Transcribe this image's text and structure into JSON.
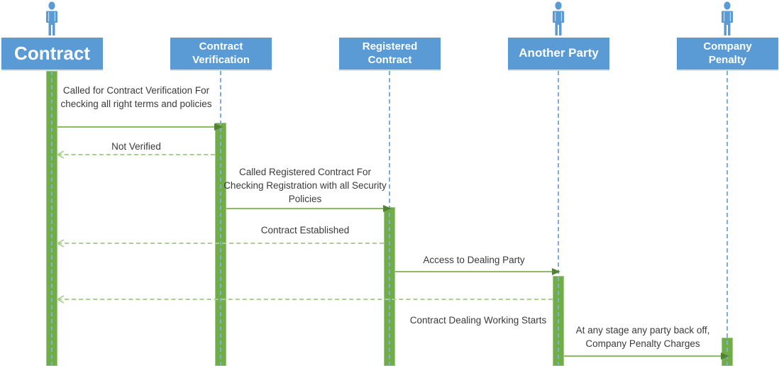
{
  "diagram_type": "uml-sequence-diagram",
  "actors": [
    {
      "name": "Contract",
      "person_icon": true
    },
    {
      "name": "Contract Verification",
      "person_icon": false
    },
    {
      "name": "Registered Contract",
      "person_icon": false
    },
    {
      "name": "Another Party",
      "person_icon": true
    },
    {
      "name": "Company Penalty",
      "person_icon": true
    }
  ],
  "messages": [
    {
      "from": "Contract",
      "to": "Contract Verification",
      "type": "solid",
      "label": "Called for Contract Verification For checking all right terms and policies"
    },
    {
      "from": "Contract Verification",
      "to": "Contract",
      "type": "dashed-return",
      "label": "Not Verified"
    },
    {
      "from": "Contract Verification",
      "to": "Registered Contract",
      "type": "solid",
      "label": "Called Registered Contract For Checking Registration with all Security Policies"
    },
    {
      "from": "Registered Contract",
      "to": "Contract",
      "type": "dashed-return",
      "label": "Contract Established"
    },
    {
      "from": "Registered Contract",
      "to": "Another Party",
      "type": "solid",
      "label": "Access to Dealing Party"
    },
    {
      "from": "Another Party",
      "to": "Contract",
      "type": "dashed-return",
      "label": "Contract Dealing Working Starts"
    },
    {
      "from": "Another Party",
      "to": "Company Penalty",
      "type": "solid",
      "label": "At any stage any party back off, Company Penalty Charges"
    }
  ],
  "colors": {
    "actor_box": "#5B9BD5",
    "person_icon": "#5B9BD5",
    "lifeline": "#7FAEDC",
    "activation_bar": "#70AD47",
    "solid_arrow_line": "#8CBB66",
    "solid_arrow_head": "#538135",
    "dashed_arrow": "#A9D18E",
    "message_text": "#3A3A3A"
  }
}
